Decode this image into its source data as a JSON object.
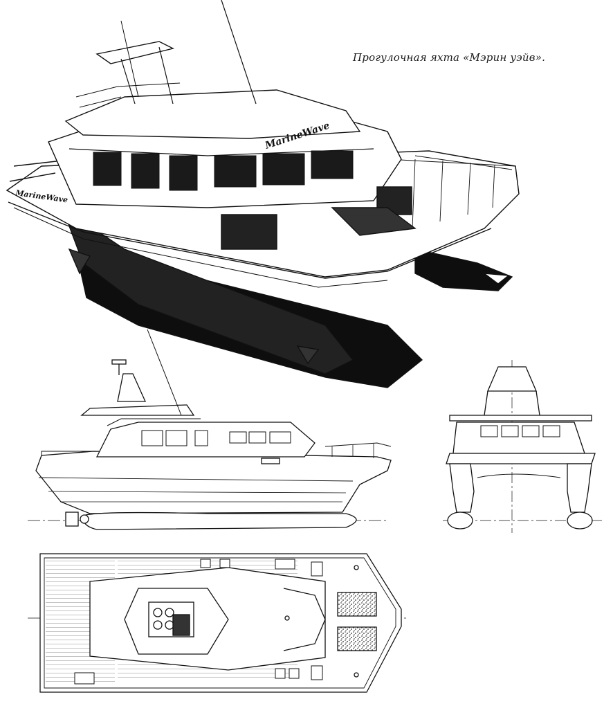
{
  "caption": "Прогулочная яхта «Мэрин уэйв».",
  "hull_logo": "MarineWave",
  "colors": {
    "ink": "#111111",
    "paper": "#ffffff",
    "hull_dark": "#0e0e0e"
  },
  "views": [
    {
      "name": "perspective-view"
    },
    {
      "name": "side-elevation"
    },
    {
      "name": "front-elevation"
    },
    {
      "name": "plan-view"
    }
  ]
}
